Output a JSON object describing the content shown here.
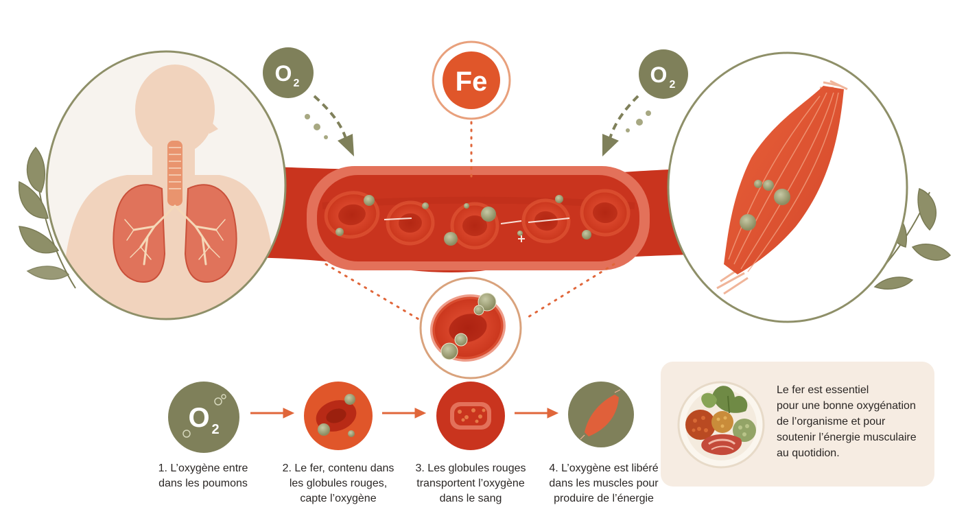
{
  "badges": {
    "oxygen_left": {
      "symbol": "O",
      "subscript": "2"
    },
    "iron": {
      "symbol": "Fe"
    },
    "oxygen_right": {
      "symbol": "O",
      "subscript": "2"
    },
    "oxygen_step": {
      "symbol": "O",
      "subscript": "2"
    }
  },
  "steps": [
    {
      "lines": [
        "1. L’oxygène entre",
        "dans les poumons"
      ]
    },
    {
      "lines": [
        "2. Le fer, contenu dans",
        "les globules rouges,",
        "capte l’oxygène"
      ]
    },
    {
      "lines": [
        "3. Les globules rouges",
        "transportent l’oxygène",
        "dans le sang"
      ]
    },
    {
      "lines": [
        "4. L’oxygène est libéré",
        "dans les muscles pour",
        "produire de l’énergie"
      ]
    }
  ],
  "info": {
    "lines": [
      "Le fer est essentiel",
      "pour une bonne oxygénation",
      "de l’organisme et pour",
      "soutenir l’énergie musculaire",
      "au quotidion."
    ]
  },
  "colors": {
    "olive": "#7f805a",
    "iron_orange": "#e0562a",
    "blood_red": "#c9341e",
    "vessel_wall": "#e3715a",
    "skin": "#f1d3bd",
    "arrow_orange": "#e0663a",
    "info_bg": "#f6ece2"
  }
}
